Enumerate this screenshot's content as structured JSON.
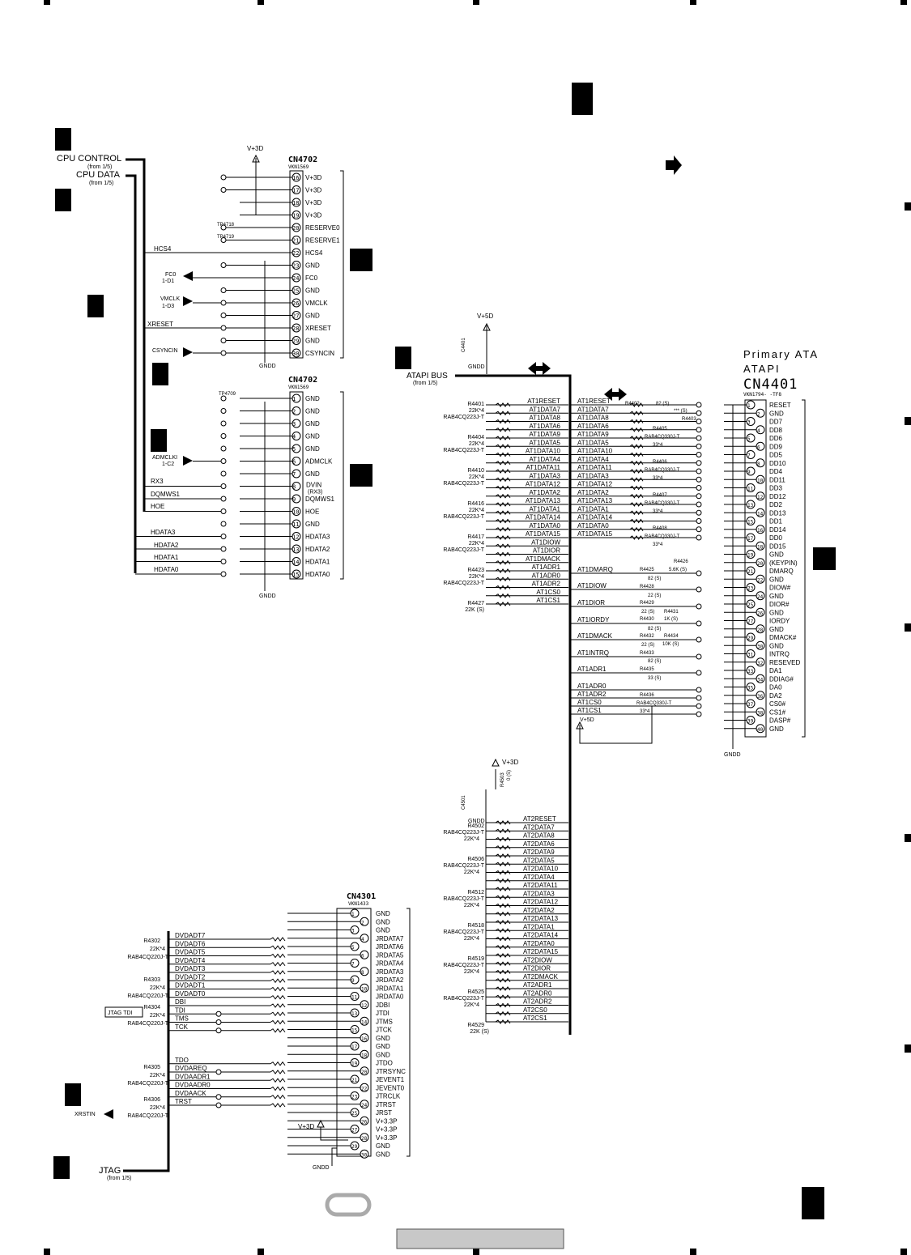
{
  "sheet_labels": {
    "cpu_control": "CPU CONTROL",
    "cpu_control_from": "(from 1/5)",
    "cpu_data": "CPU DATA",
    "cpu_data_from": "(from 1/5)",
    "atapi_bus": "ATAPI BUS",
    "atapi_bus_from": "(from 1/5)",
    "jtag": "JTAG",
    "jtag_from": "(from 1/5)",
    "primary_ata_1": "Primary ATA",
    "primary_ata_2": "ATAPI",
    "v3d": "V+3D",
    "v5d": "V+5D",
    "gndd": "GNDD",
    "jtag_tdi_box": "JTAG TDI",
    "xrstin": "XRSTIN"
  },
  "cn4702a": {
    "ref": "CN4702",
    "part": "VKN1569",
    "pins": [
      "V+3D",
      "V+3D",
      "V+3D",
      "V+3D",
      "RESERVE0",
      "RESERVE1",
      "HCS4",
      "GND",
      "FC0",
      "GND",
      "VMCLK",
      "GND",
      "XRESET",
      "GND",
      "CSYNCIN"
    ],
    "nums": [
      "16",
      "17",
      "18",
      "19",
      "20",
      "21",
      "22",
      "23",
      "24",
      "25",
      "26",
      "27",
      "28",
      "29",
      "30"
    ],
    "tps": {
      "tp4718": "TP4718",
      "tp4719": "TP4719"
    },
    "nets": {
      "hcs4": "HCS4",
      "fc0": "FC0",
      "fc0_ref": "1-D1",
      "vmclk": "VMCLK",
      "vmclk_ref": "1-D3",
      "xreset": "XRESET",
      "csyncin": "CSYNCIN"
    }
  },
  "cn4702b": {
    "ref": "CN4702",
    "part": "VKN1569",
    "pins": [
      "GND",
      "GND",
      "GND",
      "GND",
      "GND",
      "ADMCLK",
      "GND",
      "DVIN (RX3)",
      "DQMWS1",
      "HOE",
      "GND",
      "HDATA3",
      "HDATA2",
      "HDATA1",
      "HDATA0"
    ],
    "nums": [
      "1",
      "2",
      "3",
      "4",
      "5",
      "6",
      "7",
      "8",
      "9",
      "10",
      "11",
      "12",
      "13",
      "14",
      "15"
    ],
    "tp4709": "TP4709",
    "nets": {
      "admclki": "ADMCLKI",
      "admclki_ref": "1-C2",
      "rx3": "RX3",
      "dqmws1": "DQMWS1",
      "hoe": "HOE",
      "hdata3": "HDATA3",
      "hdata2": "HDATA2",
      "hdata1": "HDATA1",
      "hdata0": "HDATA0"
    }
  },
  "cn4401": {
    "ref": "CN4401",
    "part": "VKN1794- -TF8",
    "pins": [
      "RESET",
      "GND",
      "DD7",
      "DD8",
      "DD6",
      "DD9",
      "DD5",
      "DD10",
      "DD4",
      "DD11",
      "DD3",
      "DD12",
      "DD2",
      "DD13",
      "DD1",
      "DD14",
      "DD0",
      "DD15",
      "GND",
      "(KEYPIN)",
      "DMARQ",
      "GND",
      "DIOW#",
      "GND",
      "DIOR#",
      "GND",
      "IORDY",
      "GND",
      "DMACK#",
      "GND",
      "INTRQ",
      "RESEVED",
      "DA1",
      "DDIAG#",
      "DA0",
      "DA2",
      "CS0#",
      "CS1#",
      "DASP#",
      "GND"
    ],
    "nums": [
      "1",
      "2",
      "3",
      "4",
      "5",
      "6",
      "7",
      "8",
      "9",
      "10",
      "11",
      "12",
      "13",
      "14",
      "15",
      "16",
      "17",
      "18",
      "19",
      "20",
      "21",
      "22",
      "23",
      "24",
      "25",
      "26",
      "27",
      "28",
      "29",
      "30",
      "31",
      "32",
      "33",
      "34",
      "35",
      "36",
      "37",
      "38",
      "39",
      "40"
    ]
  },
  "at1_bus": [
    "AT1RESET",
    "AT1DATA7",
    "AT1DATA8",
    "AT1DATA6",
    "AT1DATA9",
    "AT1DATA5",
    "AT1DATA10",
    "AT1DATA4",
    "AT1DATA11",
    "AT1DATA3",
    "AT1DATA12",
    "AT1DATA2",
    "AT1DATA13",
    "AT1DATA1",
    "AT1DATA14",
    "AT1DATA0",
    "AT1DATA15",
    "AT1DIOW",
    "AT1DIOR",
    "AT1DMACK",
    "AT1ADR1",
    "AT1ADR0",
    "AT1ADR2",
    "AT1CS0",
    "AT1CS1"
  ],
  "at1_right": [
    "AT1RESET",
    "AT1DATA7",
    "AT1DATA8",
    "AT1DATA6",
    "AT1DATA9",
    "AT1DATA5",
    "AT1DATA10",
    "AT1DATA4",
    "AT1DATA11",
    "AT1DATA3",
    "AT1DATA12",
    "AT1DATA2",
    "AT1DATA13",
    "AT1DATA1",
    "AT1DATA14",
    "AT1DATA0",
    "AT1DATA15"
  ],
  "at1_ctrl": [
    "AT1DMARQ",
    "AT1DIOW",
    "AT1DIOR",
    "AT1IORDY",
    "AT1DMACK",
    "AT1INTRQ",
    "AT1ADR1",
    "AT1ADR0",
    "AT1ADR2",
    "AT1CS0",
    "AT1CS1"
  ],
  "at1_ctrl_vref": "V+5D",
  "at1_res": [
    {
      "ref": "R4401",
      "val": "22K*4",
      "part": "RAB4CQ223J-T"
    },
    {
      "ref": "R4404",
      "val": "22K*4",
      "part": "RAB4CQ223J-T"
    },
    {
      "ref": "R4410",
      "val": "22K*4",
      "part": "RAB4CQ223J-T"
    },
    {
      "ref": "R4416",
      "val": "22K*4",
      "part": "RAB4CQ223J-T"
    },
    {
      "ref": "R4417",
      "val": "22K*4",
      "part": "RAB4CQ223J-T"
    },
    {
      "ref": "R4423",
      "val": "22K*4",
      "part": "RAB4CQ223J-T"
    },
    {
      "ref": "R4427",
      "val": "22K (S)",
      "part": ""
    }
  ],
  "at1_series": {
    "r4402": "R4402",
    "r4402v": "82 (S)",
    "r4403": "R4403",
    "r4403v": "*** (S)",
    "r4405": "R4405",
    "r4405p": "RAB4CQ330J-T",
    "r4405v": "33*4",
    "r4406": "R4406",
    "r4406p": "RAB4CQ330J-T",
    "r4406v": "33*4",
    "r4407": "R4407",
    "r4407p": "RAB4CQ330J-T",
    "r4407v": "33*4",
    "r4408": "R4408",
    "r4408p": "RAB4CQ330J-T",
    "r4408v": "33*4",
    "r4425": "R4425",
    "r4425v": "82 (S)",
    "r4426": "R4426",
    "r4426v": "5.6K (S)",
    "r4428": "R4428",
    "r4428v": "22 (S)",
    "r4429": "R4429",
    "r4429v": "22 (S)",
    "r4430": "R4430",
    "r4430v": "82 (S)",
    "r4431": "R4431",
    "r4431v": "1K (S)",
    "r4432": "R4432",
    "r4432v": "22 (S)",
    "r4434": "R4434",
    "r4434v": "10K (S)",
    "r4433": "R4433",
    "r4433v": "82 (S)",
    "r4435": "R4435",
    "r4435v": "33 (S)",
    "r4436": "R4436",
    "r4436p": "RAB4CQ330J-T",
    "r4436v": "33*4",
    "c4401": "C4401"
  },
  "at2_bus": [
    "AT2RESET",
    "AT2DATA7",
    "AT2DATA8",
    "AT2DATA6",
    "AT2DATA9",
    "AT2DATA5",
    "AT2DATA10",
    "AT2DATA4",
    "AT2DATA11",
    "AT2DATA3",
    "AT2DATA12",
    "AT2DATA2",
    "AT2DATA13",
    "AT2DATA1",
    "AT2DATA14",
    "AT2DATA0",
    "AT2DATA15",
    "AT2DIOW",
    "AT2DIOR",
    "AT2DMACK",
    "AT2ADR1",
    "AT2ADR0",
    "AT2ADR2",
    "AT2CS0",
    "AT2CS1"
  ],
  "at2_res": [
    {
      "ref": "R4502",
      "val": "22K*4",
      "part": "RAB4CQ223J-T"
    },
    {
      "ref": "R4506",
      "val": "22K*4",
      "part": "RAB4CQ223J-T"
    },
    {
      "ref": "R4512",
      "val": "22K*4",
      "part": "RAB4CQ223J-T"
    },
    {
      "ref": "R4518",
      "val": "22K*4",
      "part": "RAB4CQ223J-T"
    },
    {
      "ref": "R4519",
      "val": "22K*4",
      "part": "RAB4CQ223J-T"
    },
    {
      "ref": "R4525",
      "val": "22K*4",
      "part": "RAB4CQ223J-T"
    },
    {
      "ref": "R4529",
      "val": "22K (S)",
      "part": ""
    }
  ],
  "at2_misc": {
    "c4501": "C4501",
    "r4503": "R4503",
    "r4503v": "0 (S)"
  },
  "cn4301": {
    "ref": "CN4301",
    "part": "VKN1433",
    "pins": [
      "GND",
      "GND",
      "GND",
      "JRDATA7",
      "JRDATA6",
      "JRDATA5",
      "JRDATA4",
      "JRDATA3",
      "JRDATA2",
      "JRDATA1",
      "JRDATA0",
      "JDBI",
      "JTDI",
      "JTMS",
      "JTCK",
      "GND",
      "GND",
      "GND",
      "JTDO",
      "JTRSYNC",
      "JEVENT1",
      "JEVENT0",
      "JTRCLK",
      "JTRST",
      "JRST",
      "V+3.3P",
      "V+3.3P",
      "V+3.3P",
      "GND",
      "GND"
    ],
    "nums": [
      "1",
      "2",
      "3",
      "4",
      "5",
      "6",
      "7",
      "8",
      "9",
      "10",
      "11",
      "12",
      "13",
      "14",
      "15",
      "16",
      "17",
      "18",
      "19",
      "20",
      "21",
      "22",
      "23",
      "24",
      "25",
      "26",
      "27",
      "28",
      "29",
      "30"
    ]
  },
  "jtag_nets": [
    "DVDADT7",
    "DVDADT6",
    "DVDADT5",
    "DVDADT4",
    "DVDADT3",
    "DVDADT2",
    "DVDADT1",
    "DVDADT0",
    "DBI",
    "TDI",
    "TMS",
    "TCK",
    "",
    "",
    "",
    "TDO",
    "DVDAREQ",
    "DVDAADR1",
    "DVDAADR0",
    "DVDAACK",
    "TRST"
  ],
  "jtag_res": [
    {
      "ref": "R4302",
      "val": "22K*4",
      "part": "RAB4CQ220J-T"
    },
    {
      "ref": "R4303",
      "val": "22K*4",
      "part": "RAB4CQ220J-T"
    },
    {
      "ref": "R4304",
      "val": "22K*4",
      "part": "RAB4CQ220J-T"
    },
    {
      "ref": "R4305",
      "val": "22K*4",
      "part": "RAB4CQ220J-T"
    },
    {
      "ref": "R4306",
      "val": "22K*4",
      "part": "RAB4CQ220J-T"
    }
  ]
}
